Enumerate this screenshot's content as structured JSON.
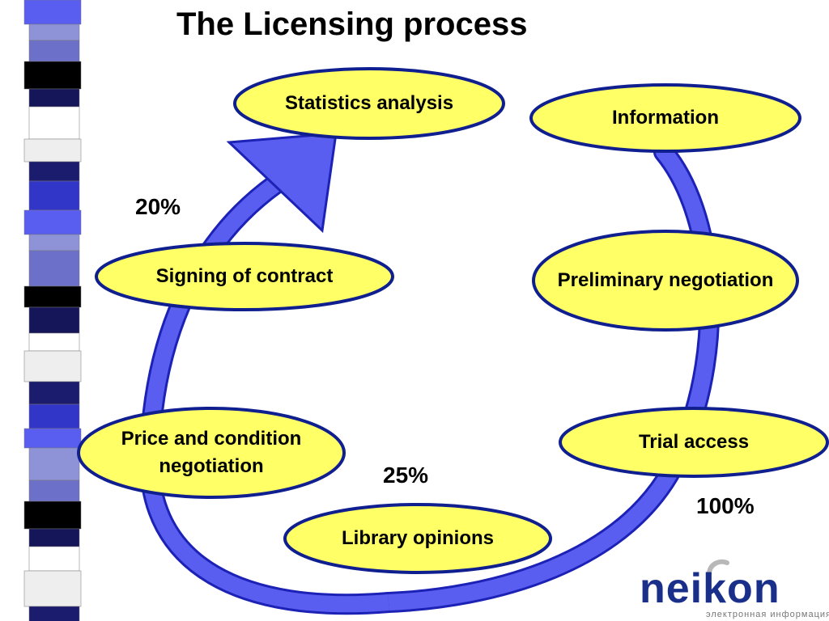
{
  "title": "The Licensing process",
  "colors": {
    "node_fill": "#ffff66",
    "node_stroke": "#0f1f8f",
    "arrow_fill": "#5a5ef0",
    "arrow_stroke": "#1c22b5",
    "logo_blue": "#1a2f8a"
  },
  "nodes": {
    "statistics": "Statistics analysis",
    "information": "Information",
    "signing": "Signing of contract",
    "preliminary": "Preliminary negotiation",
    "price_line1": "Price and condition",
    "price_line2": "negotiation",
    "trial": "Trial access",
    "library": "Library opinions"
  },
  "percentages": {
    "signing": "20%",
    "library": "25%",
    "trial": "100%"
  },
  "logo": {
    "text": "neikon",
    "subtitle": "электронная информация"
  }
}
